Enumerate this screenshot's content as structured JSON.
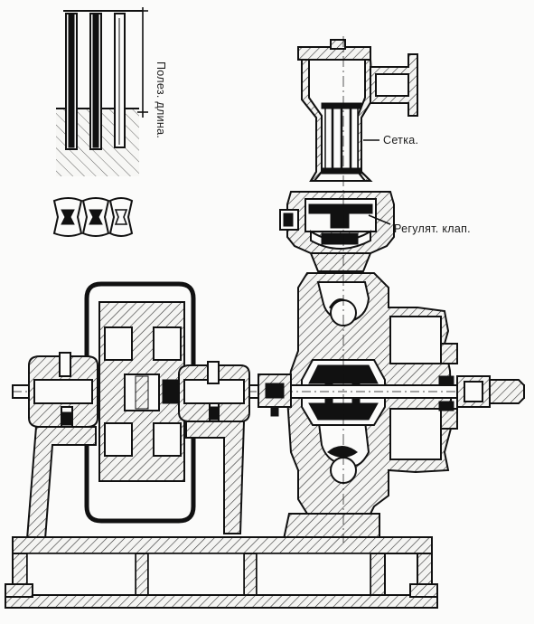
{
  "labels": {
    "useful_length": "Полез. длина.",
    "screen": "Сетка.",
    "regulating_valve": "Регулят. клап."
  }
}
